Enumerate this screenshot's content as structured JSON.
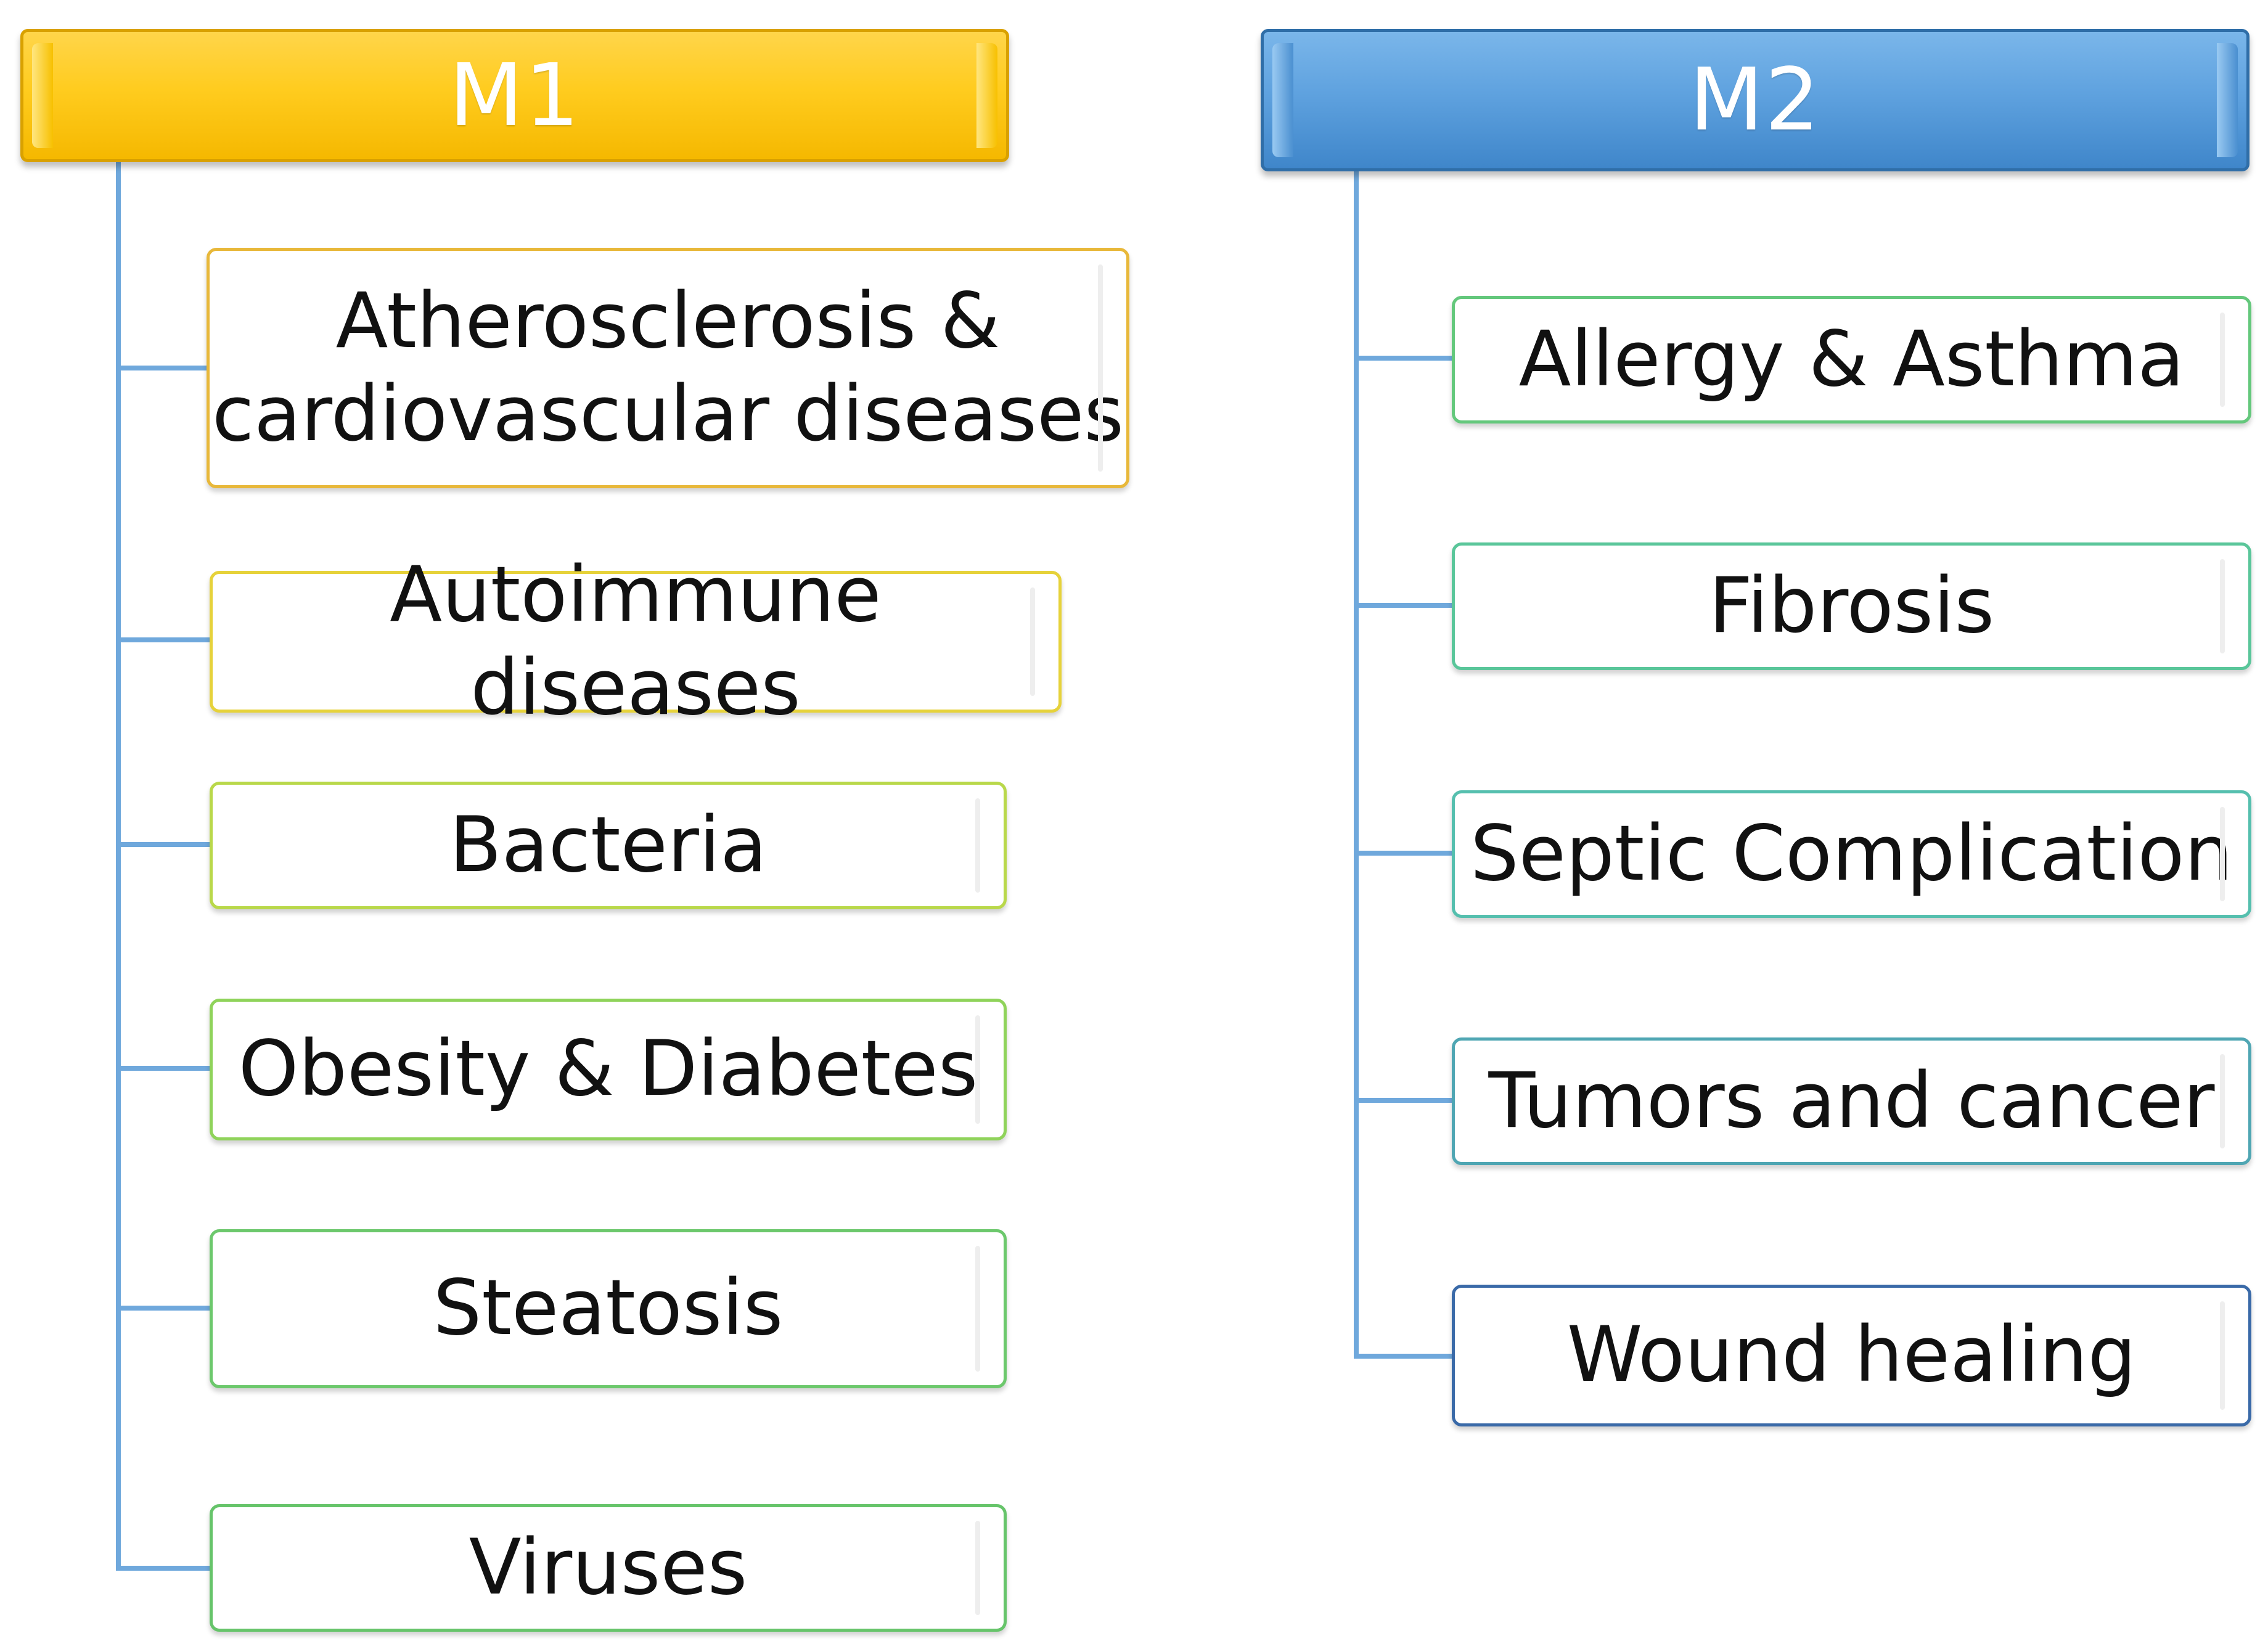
{
  "groups": [
    {
      "title": "M1",
      "color": "#ffcc1f",
      "items": [
        "Atherosclerosis &\ncardiovascular diseases",
        "Autoimmune diseases",
        "Bacteria",
        "Obesity & Diabetes",
        "Steatosis",
        "Viruses"
      ]
    },
    {
      "title": "M2",
      "color": "#5fa2df",
      "items": [
        "Allergy & Asthma",
        "Fibrosis",
        "Septic Complication",
        "Tumors and cancer",
        "Wound healing"
      ]
    }
  ],
  "colors": {
    "connector": "#6fa8dc",
    "item_border_yellow": "#e8c23a",
    "item_border_green": "#6cc86c",
    "item_border_teal": "#55c4b0",
    "item_border_blue": "#3a6aa8"
  }
}
